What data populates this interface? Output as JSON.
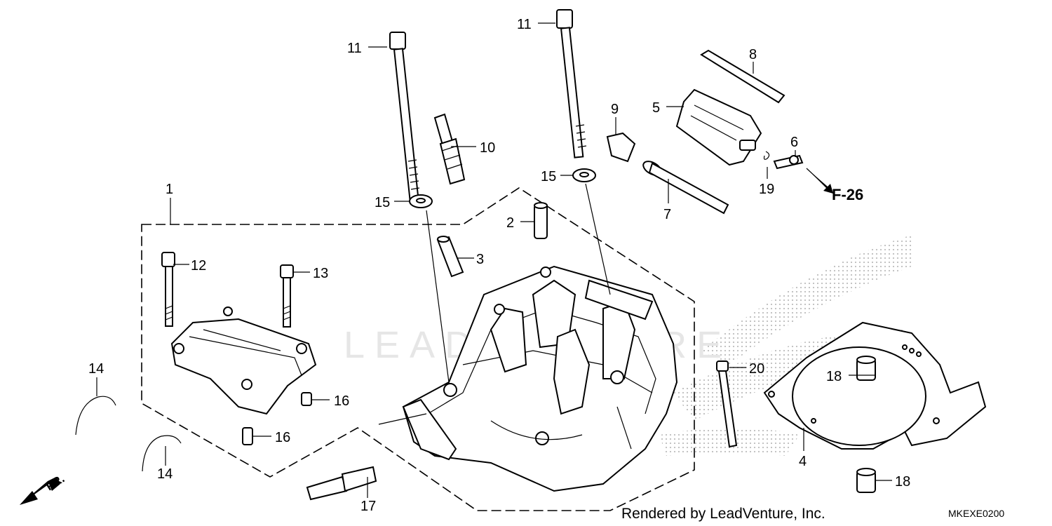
{
  "callouts": {
    "c1": "1",
    "c2": "2",
    "c3": "3",
    "c4": "4",
    "c5": "5",
    "c6": "6",
    "c7": "7",
    "c8": "8",
    "c9": "9",
    "c10": "10",
    "c11a": "11",
    "c11b": "11",
    "c12": "12",
    "c13": "13",
    "c14a": "14",
    "c14b": "14",
    "c15a": "15",
    "c15b": "15",
    "c16a": "16",
    "c16b": "16",
    "c17": "17",
    "c18a": "18",
    "c18b": "18",
    "c19": "19",
    "c20": "20"
  },
  "reference_label": "F-26",
  "front_label": "FR.",
  "credit": "Rendered by LeadVenture, Inc.",
  "diagram_code": "MKEXE0200",
  "watermark": "LEADVENTURE",
  "colors": {
    "line": "#000000",
    "background": "#ffffff",
    "watermark": "#e6e6e6"
  }
}
